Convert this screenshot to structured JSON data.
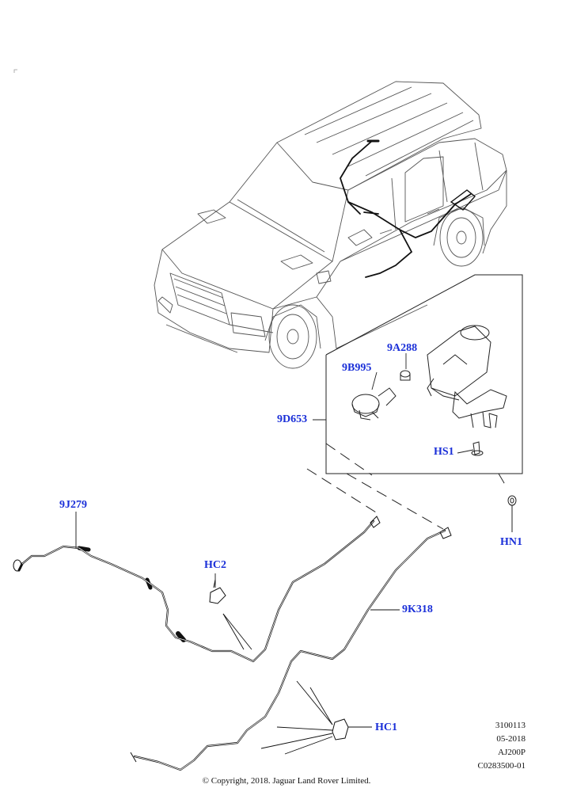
{
  "callouts": {
    "c9A288": "9A288",
    "c9B995": "9B995",
    "c9D653": "9D653",
    "cHS1": "HS1",
    "cHN1": "HN1",
    "c9J279": "9J279",
    "cHC2": "HC2",
    "c9K318": "9K318",
    "cHC1": "HC1"
  },
  "meta": {
    "line1": "3100113",
    "line2": "05-2018",
    "line3": "AJ200P",
    "line4": "C0283500-01"
  },
  "copyright": "© Copyright, 2018. Jaguar Land Rover Limited.",
  "colors": {
    "callout": "#1a2fd8",
    "line": "#222222"
  }
}
